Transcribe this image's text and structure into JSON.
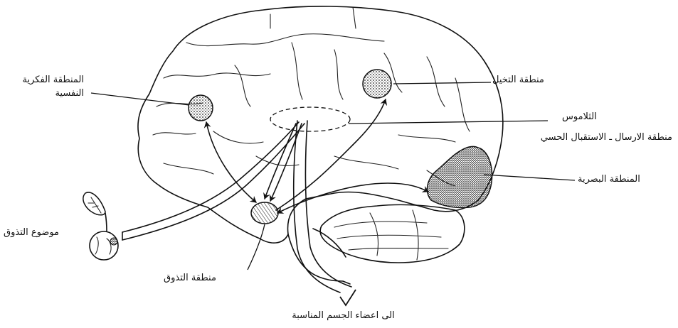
{
  "labels": {
    "psychological_area": "المنطقة الفكرية النفسية",
    "imagination_area": "منطقة التخيل",
    "thalamus": "الثلاموس",
    "sensory_relay_area": "منطقة الارسال ـ الاستقبال الحسي",
    "visual_area": "المنطقة البصرية",
    "taste_object": "موضوع التذوق",
    "taste_area": "منطقة التذوق",
    "to_body_organs": "الى اعضاء الجسم المناسبة"
  },
  "colors": {
    "ink": "#111111",
    "paper": "#ffffff"
  }
}
